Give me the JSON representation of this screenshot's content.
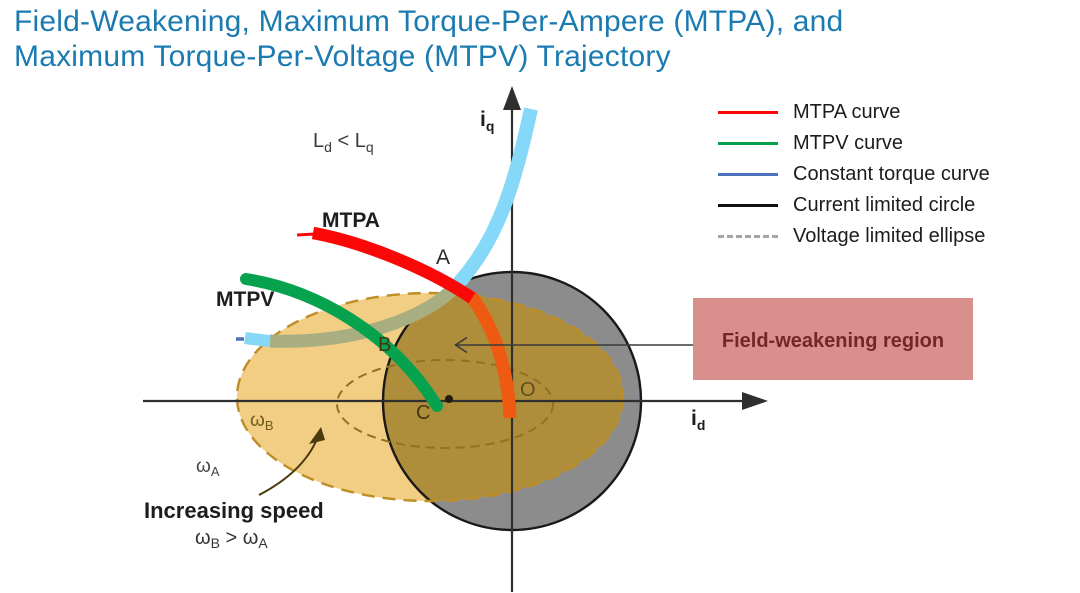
{
  "title": {
    "line1": "Field-Weakening, Maximum Torque-Per-Ampere (MTPA), and",
    "line2": "Maximum Torque-Per-Voltage (MTPV) Trajectory",
    "color": "#1b7bb1"
  },
  "legend": {
    "items": [
      {
        "label": "MTPA curve",
        "color": "#fa0707",
        "style": "solid"
      },
      {
        "label": "MTPV curve",
        "color": "#07a24d",
        "style": "solid"
      },
      {
        "label": "Constant torque curve",
        "color": "#4d70bd",
        "style": "solid"
      },
      {
        "label": "Current limited circle",
        "color": "#111111",
        "style": "solid"
      },
      {
        "label": "Voltage limited ellipse",
        "color": "#a6a6a6",
        "style": "dashed"
      }
    ]
  },
  "plot": {
    "axis": {
      "x_base": "i",
      "x_sub": "d",
      "y_base": "i",
      "y_sub": "q"
    },
    "condition": {
      "p1": "L",
      "s1": "d",
      "p2": " < L",
      "s2": "q"
    },
    "curve_labels": {
      "mtpa": "MTPA",
      "mtpv": "MTPV"
    },
    "points": {
      "a": "A",
      "b": "B",
      "c": "C",
      "o": "O"
    },
    "omega_b": {
      "base": "ω",
      "sub": "B"
    },
    "omega_a": {
      "base": "ω",
      "sub": "A"
    },
    "increasing_speed": {
      "label": "Increasing speed",
      "ineq_p1": "ω",
      "ineq_s1": "B",
      "ineq_p2": " > ω",
      "ineq_s2": "A"
    },
    "fw_region": {
      "label": "Field-weakening region",
      "fill": "#d9908d",
      "text_color": "#74262a"
    },
    "colors": {
      "current_circle_fill": "#8c8c8c",
      "current_circle_border": "#191919",
      "voltage_ellipse_fill": "#f2cd84",
      "overlap_fill": "#ae8e3a",
      "ellipse_dash_border": "#bd8d26",
      "inner_ellipse_dash": "#8f7320",
      "mtpa_curve": "#fa0707",
      "mtpa_over_ellipse": "#ee5a11",
      "mtpv_curve": "#07a24d",
      "constant_torque_light": "#85d8f8",
      "constant_torque_over_ellipse": "#a9ae80",
      "constant_torque_dark_tip": "#4d70bd",
      "axis": "#2f2f2f"
    }
  }
}
